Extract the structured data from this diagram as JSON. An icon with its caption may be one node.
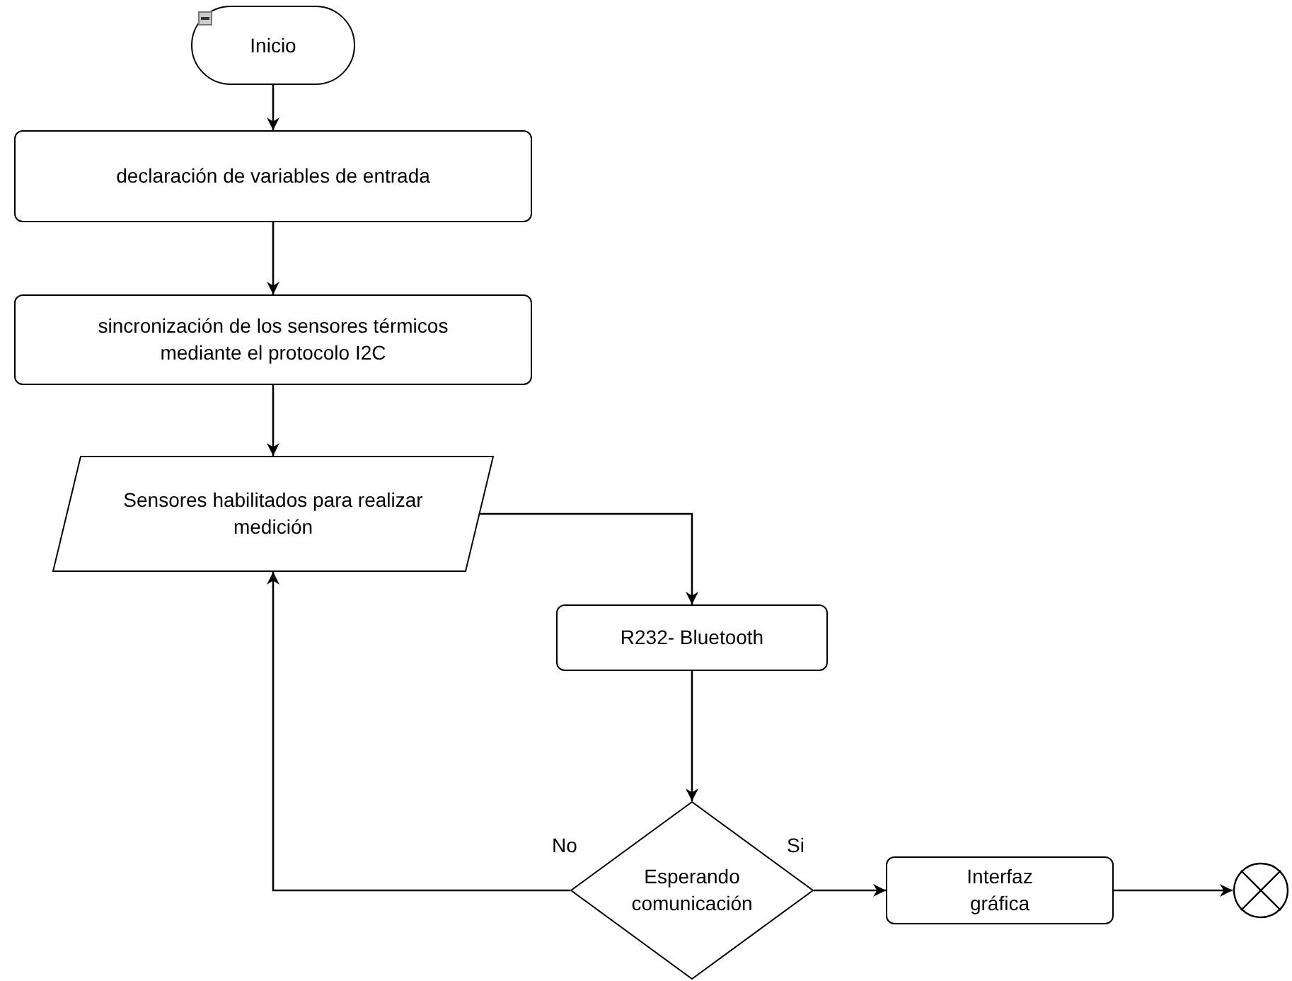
{
  "diagram": {
    "nodes": [
      {
        "text": [
          "Inicio"
        ]
      },
      {
        "text": [
          "declaración de variables de entrada"
        ]
      },
      {
        "text": [
          "sincronización de los sensores térmicos mediante el protocolo I2C"
        ]
      },
      {
        "text": [
          "Sensores habilitados para realizar medición"
        ]
      },
      {
        "text": [
          "R232- Bluetooth"
        ]
      },
      {
        "text": [
          "Esperando comunicación"
        ]
      },
      {
        "text": [
          "Interfaz gráfica"
        ]
      },
      {
        "text": [],
        "shape": "circle"
      }
    ],
    "edges": [
      {
        "from": 0,
        "to": 1,
        "arrow": "to"
      },
      {
        "from": 1,
        "to": 2,
        "arrow": "to"
      },
      {
        "from": 2,
        "to": 3,
        "arrow": "to"
      },
      {
        "from": 3,
        "to": 4,
        "arrow": "to"
      },
      {
        "from": 4,
        "to": 5,
        "arrow": "to"
      },
      {
        "from": 5,
        "to": 3,
        "label": "No",
        "arrow": "to"
      },
      {
        "from": 5,
        "to": 6,
        "label": "Si",
        "arrow": "to"
      },
      {
        "from": 6,
        "to": 7,
        "arrow": "to"
      }
    ]
  }
}
